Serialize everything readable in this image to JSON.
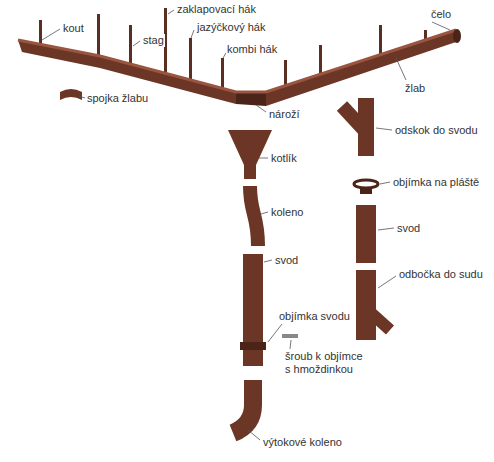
{
  "diagram": {
    "labels": [
      "kout",
      "stag",
      "zaklapovací hák",
      "jazýčkový hák",
      "kombi hák",
      "čelo",
      "spojka žlabu",
      "žlab",
      "nároží",
      "kotlík",
      "odskok do svodu",
      "objímka na pláště",
      "koleno",
      "svod",
      "svod",
      "objímka svodu",
      "odbočka do sudu",
      "šroub k objímce s hmoždinkou",
      "výtokové koleno"
    ]
  }
}
